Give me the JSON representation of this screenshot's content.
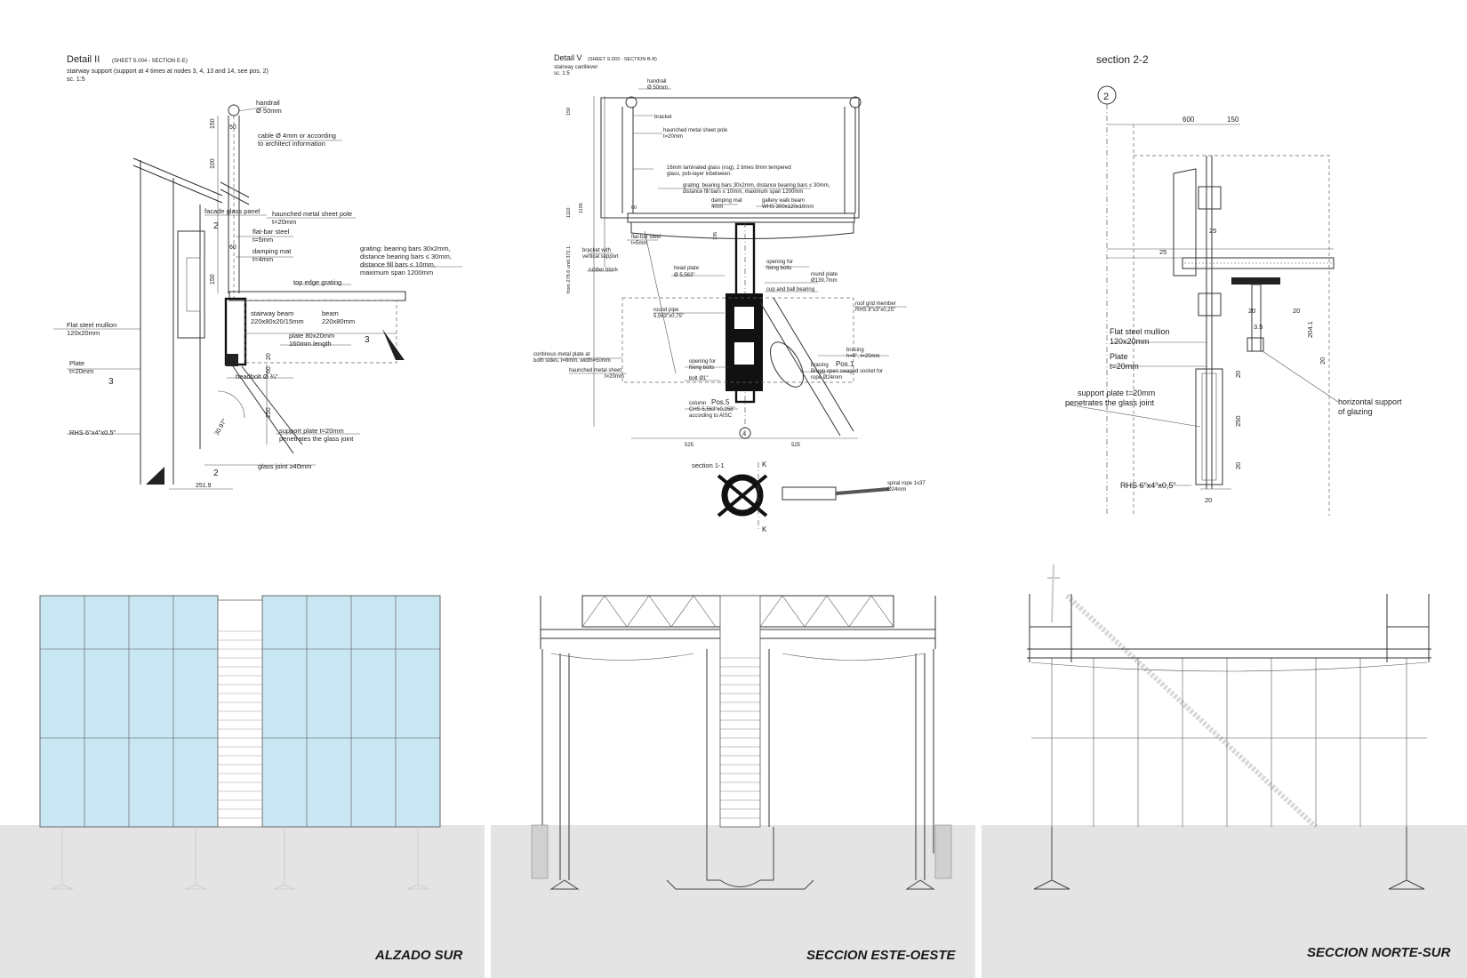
{
  "detail2": {
    "title": "Detail II",
    "sheet": "(SHEET S.004 - SECTION E-E)",
    "subtitle": "stairway support (support at  4 times at nodes 3, 4, 13 and 14, see pos. 2)",
    "scale": "sc. 1:5",
    "labels": {
      "handrail": "handrail",
      "handrail_dia": "Ø 50mm",
      "cable": "cable Ø 4mm or according",
      "cable2": "to architect information",
      "facade": "facade glass panel",
      "pole": "haunched metal sheet pole",
      "pole_t": "t=20mm",
      "flatbar": "flat-bar steel",
      "flatbar_t": "t=5mm",
      "damping": "damping mat",
      "damping_t": "t=4mm",
      "grating1": "grating: bearing bars 30x2mm,",
      "grating2": "distance bearing bars ≤ 30mm,",
      "grating3": "distance fill bars ≤ 10mm,",
      "grating4": "maximum span 1200mm",
      "topedge": "top edge grating",
      "stairbeam": "stairway beam",
      "stairbeam_dim": "220x80x20/15mm",
      "beam": "beam",
      "beam_dim": "220x80mm",
      "plate": "plate 80x20mm",
      "plate_len": "160mm length",
      "mullion": "Flat steel mullion",
      "mullion_dim": "120x20mm",
      "plate_l": "Plate",
      "plate_t": "t=20mm",
      "headbolt": "headbolt Ø ¾\"",
      "rhs": "RHS 6\"x4\"x0,5\"",
      "support1": "support plate t=20mm",
      "support2": "penetrates the glass joint",
      "glassjoint": "glass joint ≥40mm",
      "dim_50": "50",
      "dim_150a": "150",
      "dim_100": "100",
      "dim_60": "60",
      "dim_150b": "150",
      "dim_250": "250",
      "dim_60b": "60",
      "dim_20": "20",
      "dim_251": "251.9",
      "angle": "30.97°",
      "m2": "2",
      "m3": "3"
    }
  },
  "detail5": {
    "title": "Detail V",
    "sheet": "(SHEET S.003 - SECTION B-B)",
    "subtitle": "stairway cantilever",
    "scale": "sc. 1:5",
    "labels": {
      "handrail": "handrail",
      "handrail_dia": "Ø 50mm",
      "bracket": "bracket",
      "pole": "haunched metal sheet pole",
      "pole_t": "t=20mm",
      "glass1": "16mm laminated glass (vsg), 2 times 8mm tempered",
      "glass2": "glass, pvb-layer inbetween",
      "grating1": "grating: bearing bars 30x2mm, distance bearing bars  ≤ 30mm,",
      "grating2": "distance fill bars ≤  10mm, maximum span 1200mm",
      "damping": "damping mat",
      "damping_t": "4mm",
      "gallery": "gallery walk beam",
      "gallery_dim": "WHS 300x120x10mm",
      "flatbar": "flat-bar steel",
      "flatbar_t": "t=5mm",
      "bracketwith": "bracket with",
      "vertical": "vertical support",
      "rubber": "rubber block",
      "head": "head plate",
      "head_dim": "Ø 5,563\"",
      "opening1": "opening for",
      "opening1b": "fixing bolts",
      "round": "round plate",
      "round_dim": "Ø139,7mm",
      "cup": "cup and ball bearing",
      "roofgrid": "roof grid member",
      "roofgrid_dim": "RHS 8\"x3\"x0,25\"",
      "pipe": "round pipe",
      "pipe_dim": "5,563\"x0,75\"",
      "bracing": "bracing",
      "bracing_dim": "h=6\", t=20mm",
      "continuous1": "continous metal plate at",
      "continuous2": "both sides, t=8mm, width=50mm",
      "haunched": "haunched metal sheet",
      "haunched_t": "t=20mm",
      "opening2": "opening for",
      "opening2b": "fixing bolts",
      "bolt": "bolt Ø1\"",
      "bracingpos": "bracing",
      "pos1": "Pos.1",
      "brugg1": "Brugg open swaged socket for",
      "brugg2": "rope Ø24mm",
      "column": "column",
      "pos5": "Pos.5",
      "chs": "CHS 5,563\"x0,258\"",
      "aisc": "according to AISC",
      "section11": "section 1-1",
      "spiral": "spiral rope 1x37",
      "spiral_dia": "Ø24mm",
      "dim_525a": "525",
      "dim_525b": "525",
      "axis": "A",
      "dim_150": "150",
      "dim_1110": "1110",
      "dim_1105": "1105",
      "dim_60": "60",
      "dim_135": "135",
      "dim_from": "from 278.6 until 372.1",
      "k": "K"
    }
  },
  "section22": {
    "title": "section 2-2",
    "axis": "2",
    "dim_600": "600",
    "dim_150": "150",
    "mullion": "Flat steel mullion",
    "mullion_dim": "120x20mm",
    "plate": "Plate",
    "plate_t": "t=20mm",
    "support1": "support plate t=20mm",
    "support2": "penetrates the glass joint",
    "horizontal1": "horizontal support",
    "horizontal2": "of glazing",
    "rhs": "RHS 6\"x4\"x0,5\"",
    "dim_20a": "20",
    "dim_20b": "20",
    "dim_20c": "20",
    "dim_20d": "20",
    "dim_20e": "20",
    "dim_20f": "20",
    "dim_25a": "25",
    "dim_25b": "25",
    "dim_250": "250",
    "dim_2041": "204.1",
    "dim_35": "3.5"
  },
  "captions": {
    "alzado": "ALZADO SUR",
    "este": "SECCION ESTE-OESTE",
    "norte": "SECCION NORTE-SUR"
  },
  "colors": {
    "glass": "#c9e6f3",
    "ground": "#e4e4e4",
    "line": "#333333"
  }
}
